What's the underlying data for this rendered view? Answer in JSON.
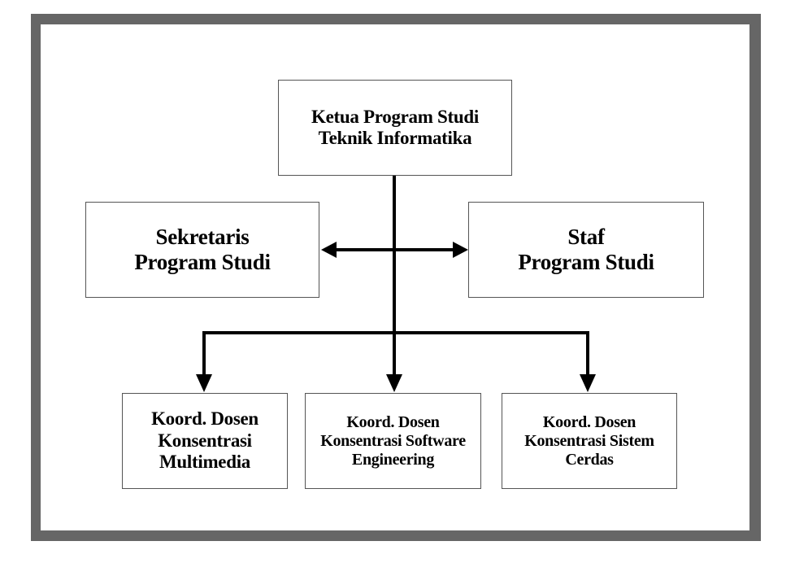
{
  "diagram": {
    "ketua": {
      "lines": [
        "Ketua Program Studi",
        "Teknik Informatika"
      ]
    },
    "sekretaris": {
      "lines": [
        "Sekretaris",
        "Program Studi"
      ]
    },
    "staf": {
      "lines": [
        "Staf",
        "Program Studi"
      ]
    },
    "koord_multimedia": {
      "lines": [
        "Koord. Dosen",
        "Konsentrasi",
        "Multimedia"
      ]
    },
    "koord_software": {
      "lines": [
        "Koord. Dosen",
        "Konsentrasi Software",
        "Engineering"
      ]
    },
    "koord_cerdas": {
      "lines": [
        "Koord. Dosen",
        "Konsentrasi Sistem",
        "Cerdas"
      ]
    }
  },
  "colors": {
    "frame": "#666666",
    "line": "#000000",
    "box_border": "#555555"
  }
}
